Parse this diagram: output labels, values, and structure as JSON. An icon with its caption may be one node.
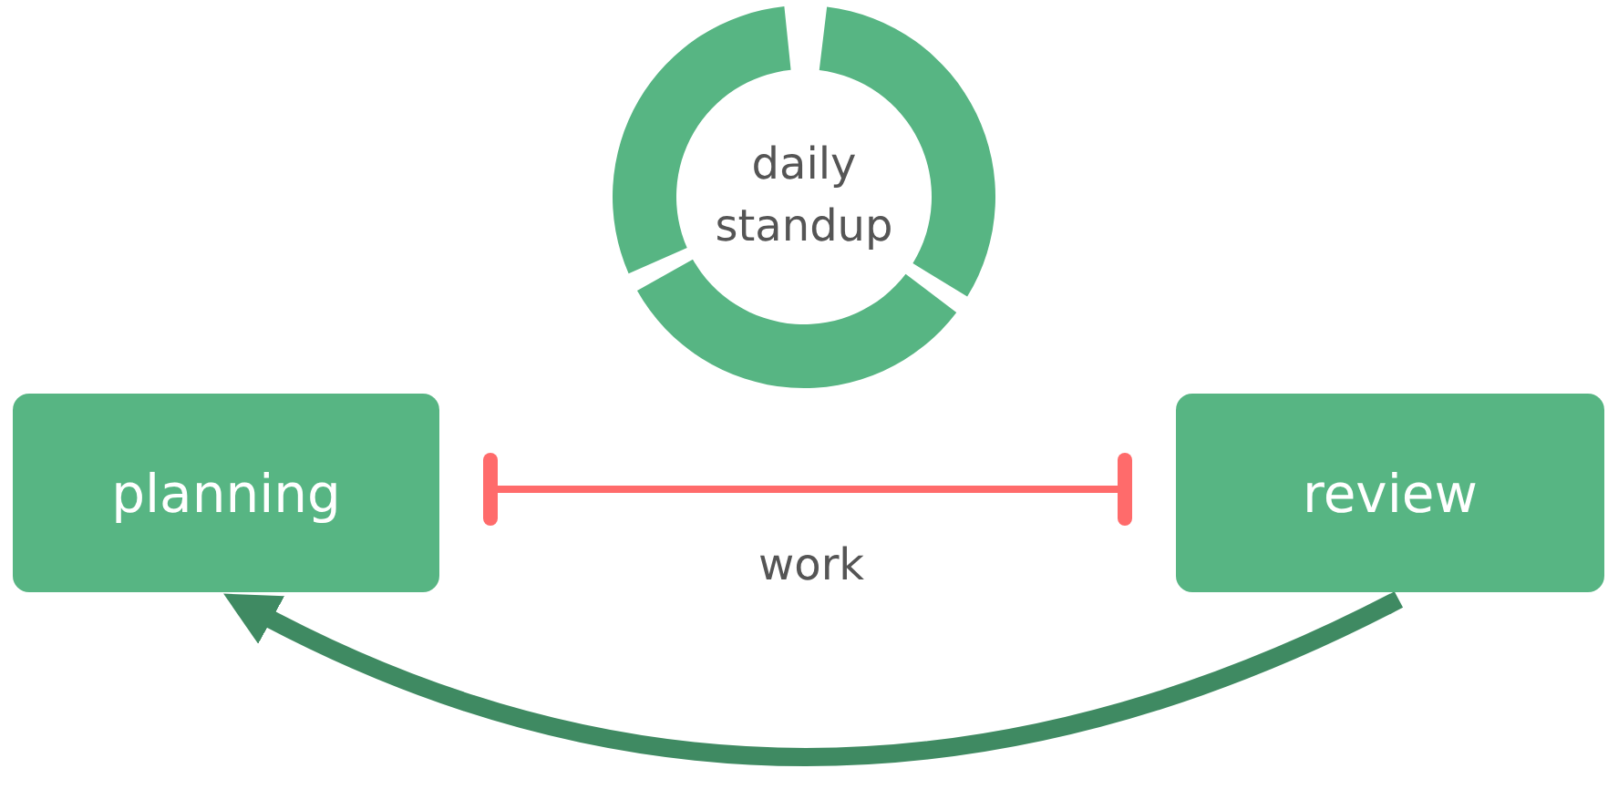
{
  "diagram": {
    "nodes": [
      {
        "text": [
          "planning"
        ]
      },
      {
        "text": [
          "review"
        ]
      },
      {
        "text": [
          "daily standup"
        ]
      }
    ],
    "edges": [
      {
        "from": 0,
        "to": 1,
        "arrow": "other",
        "label": "work",
        "color": "#ff6b6b"
      },
      {
        "from": 1,
        "to": 0,
        "arrow": "to",
        "style": "thick",
        "color": "#3f8a62"
      }
    ]
  }
}
